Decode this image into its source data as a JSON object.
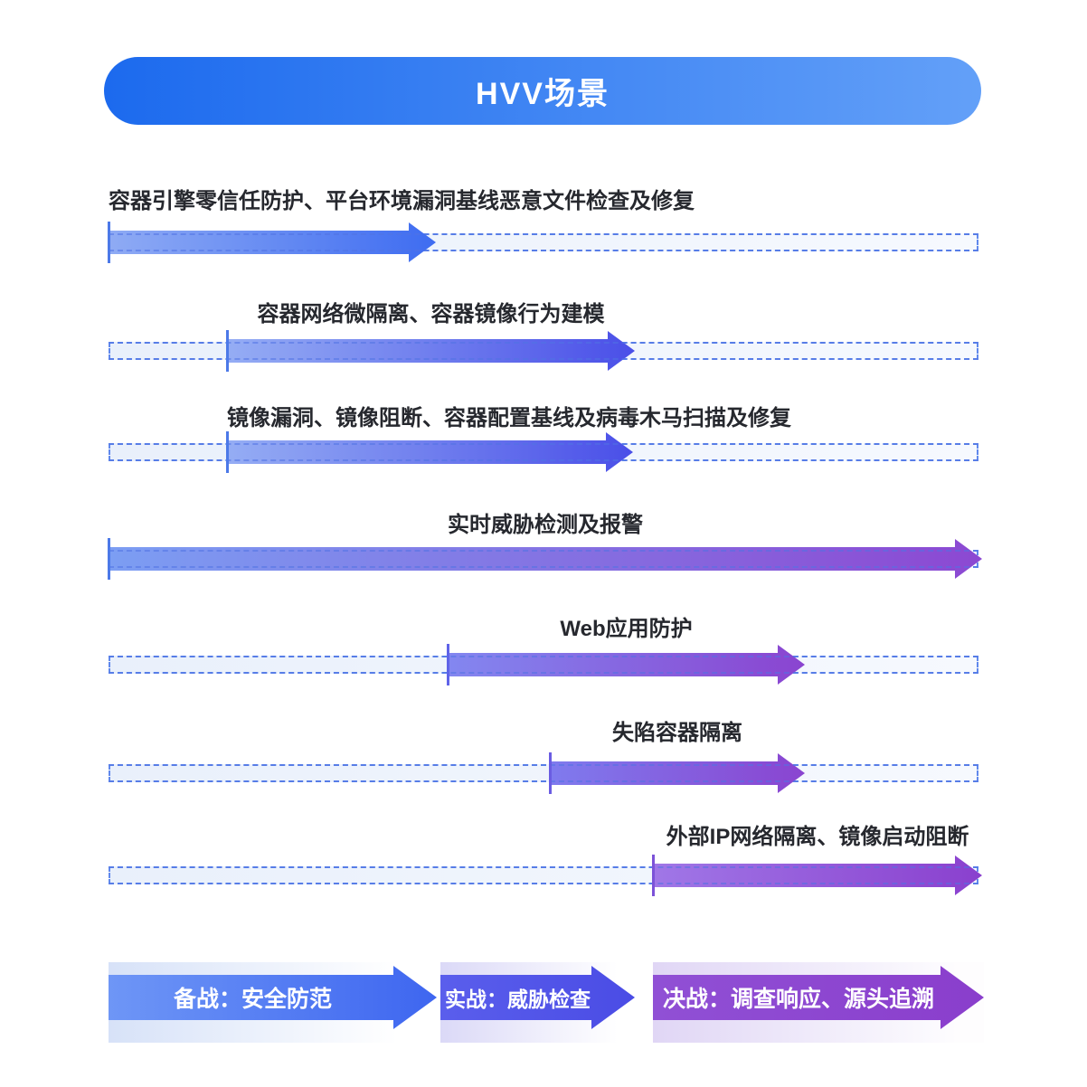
{
  "header": {
    "title": "HVV场景"
  },
  "colors": {
    "header_gradient_start": "#1C6AEE",
    "header_gradient_end": "#63A0F8",
    "track_dash": "#6189EC",
    "track_fill": "#EDF3FC",
    "label_text": "#26282E",
    "accent_blue": "#3E66F0",
    "accent_indigo": "#4A4FE8",
    "accent_purple": "#8A42CE",
    "phase_text": "#FFFFFF"
  },
  "timeline": {
    "rows": [
      {
        "label": "容器引擎零信任防护、平台环境漏洞基线恶意文件检查及修复"
      },
      {
        "label": "容器网络微隔离、容器镜像行为建模"
      },
      {
        "label": "镜像漏洞、镜像阻断、容器配置基线及病毒木马扫描及修复"
      },
      {
        "label": "实时威胁检测及报警"
      },
      {
        "label": "Web应用防护"
      },
      {
        "label": "失陷容器隔离"
      },
      {
        "label": "外部IP网络隔离、镜像启动阻断"
      }
    ]
  },
  "phases": [
    {
      "label": "备战：安全防范"
    },
    {
      "label": "实战：威胁检查"
    },
    {
      "label": "决战：调查响应、源头追溯"
    }
  ],
  "chart_data": {
    "type": "table",
    "title": "HVV场景",
    "description": "Gantt-style security timeline; each task arrow spans a fraction of the full dashed track, colored from blue (备战) through indigo (实战) to purple (决战).",
    "track_span_pct": [
      0,
      100
    ],
    "tasks": [
      {
        "label": "容器引擎零信任防护、平台环境漏洞基线恶意文件检查及修复",
        "start_pct": 0,
        "end_pct": 38,
        "color": "blue"
      },
      {
        "label": "容器网络微隔离、容器镜像行为建模",
        "start_pct": 14,
        "end_pct": 60,
        "color": "blue-indigo"
      },
      {
        "label": "镜像漏洞、镜像阻断、容器配置基线及病毒木马扫描及修复",
        "start_pct": 14,
        "end_pct": 60,
        "color": "blue-indigo"
      },
      {
        "label": "实时威胁检测及报警",
        "start_pct": 0,
        "end_pct": 100,
        "color": "blue-purple"
      },
      {
        "label": "Web应用防护",
        "start_pct": 39,
        "end_pct": 80,
        "color": "indigo-purple"
      },
      {
        "label": "失陷容器隔离",
        "start_pct": 51,
        "end_pct": 80,
        "color": "indigo-purple"
      },
      {
        "label": "外部IP网络隔离、镜像启动阻断",
        "start_pct": 63,
        "end_pct": 100,
        "color": "purple"
      }
    ],
    "phases": [
      {
        "label": "备战：安全防范",
        "start_pct": 0,
        "end_pct": 38,
        "color": "blue"
      },
      {
        "label": "实战：威胁检查",
        "start_pct": 38,
        "end_pct": 60,
        "color": "indigo"
      },
      {
        "label": "决战：调查响应、源头追溯",
        "start_pct": 63,
        "end_pct": 100,
        "color": "purple"
      }
    ]
  }
}
